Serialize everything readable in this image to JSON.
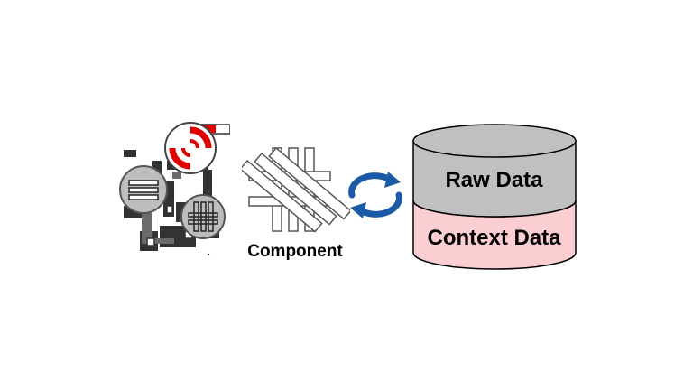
{
  "component": {
    "label": "Component"
  },
  "database": {
    "raw_label": "Raw Data",
    "context_label": "Context Data",
    "raw_color": "#c0c0c0",
    "context_color": "#fbcfd2",
    "outline_color": "#000000"
  },
  "cycle": {
    "arrow_color": "#1d5aa6"
  },
  "machine": {
    "accent_color": "#e00000",
    "body_color": "#333333",
    "disc_color": "#bdbdbd"
  },
  "icons": [
    "machine-assembly-icon",
    "woven-component-icon",
    "refresh-cycle-icon",
    "database-cylinder-icon"
  ]
}
